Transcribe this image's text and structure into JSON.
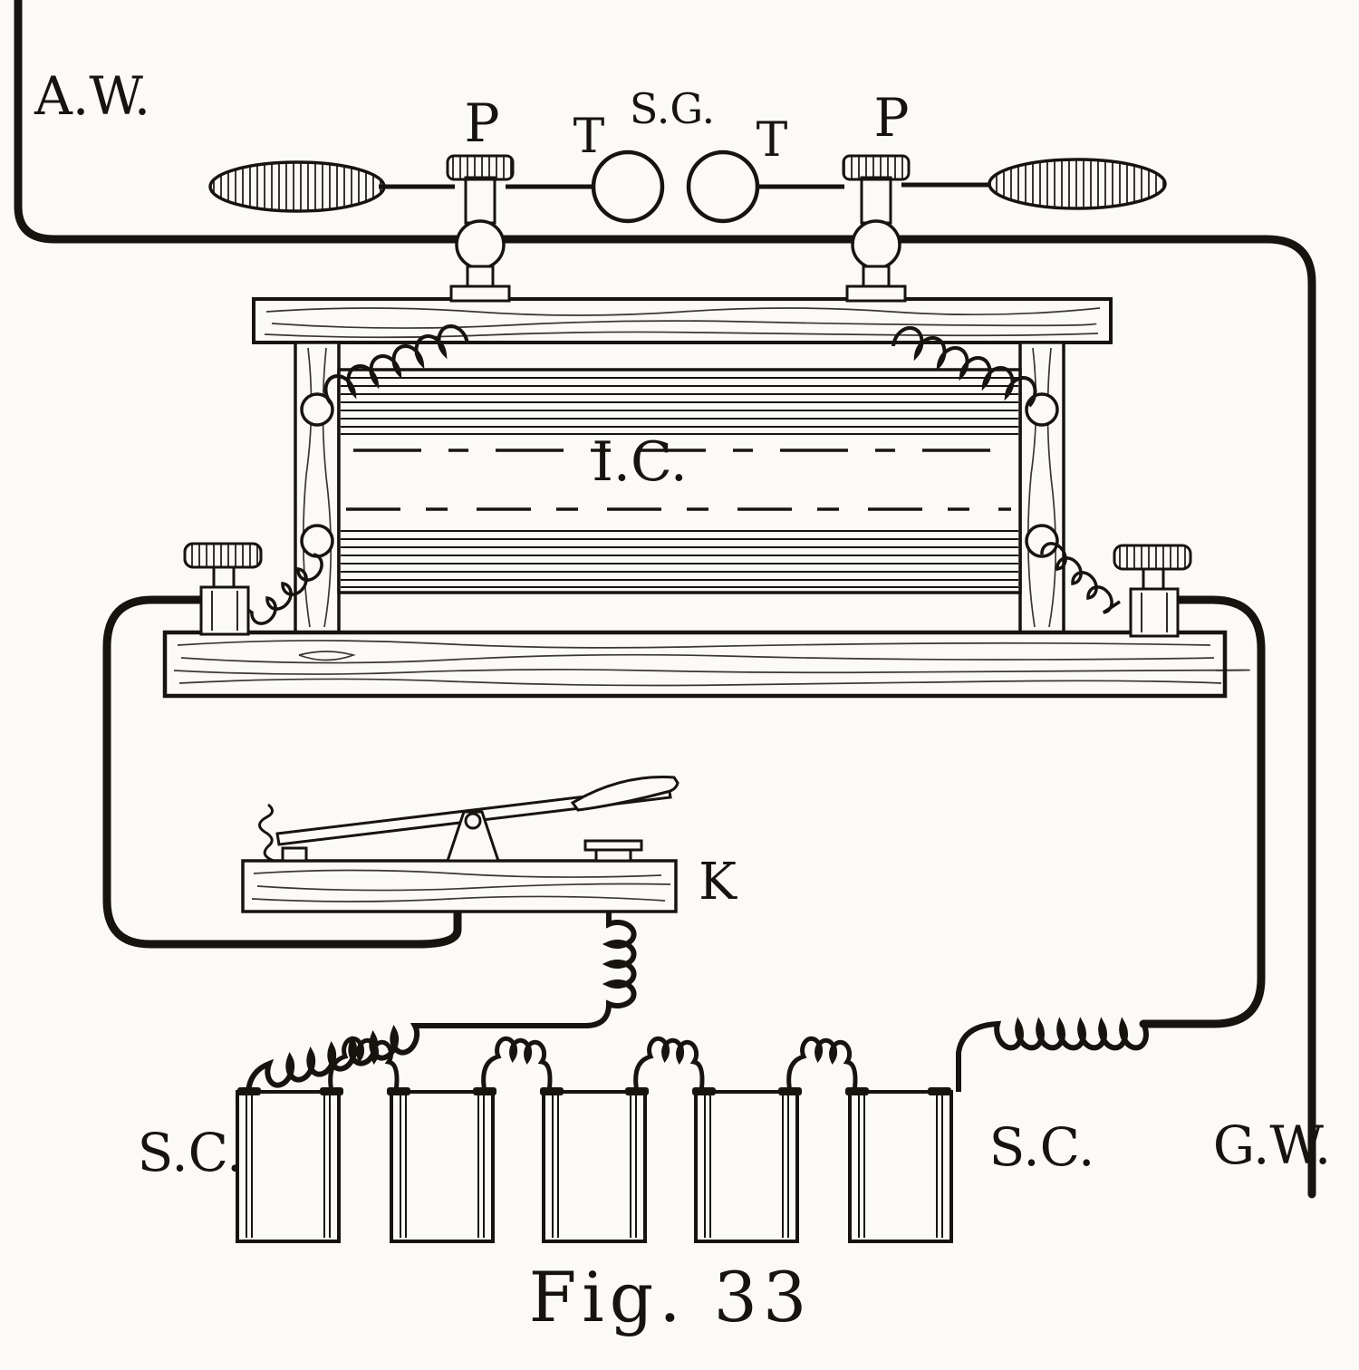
{
  "figure": {
    "caption": "Fig. 33",
    "labels": {
      "aerial_wire": "A.W.",
      "left_pillar": "P",
      "left_terminal": "T",
      "spark_gap": "S.G.",
      "right_terminal": "T",
      "right_pillar": "P",
      "induction_coil": "I.C.",
      "telegraph_key": "K",
      "cells_left": "S.C.",
      "cells_right": "S.C.",
      "ground_wire": "G.W."
    },
    "colors": {
      "ink": "#17140f",
      "paper": "#fbfaf6"
    }
  }
}
